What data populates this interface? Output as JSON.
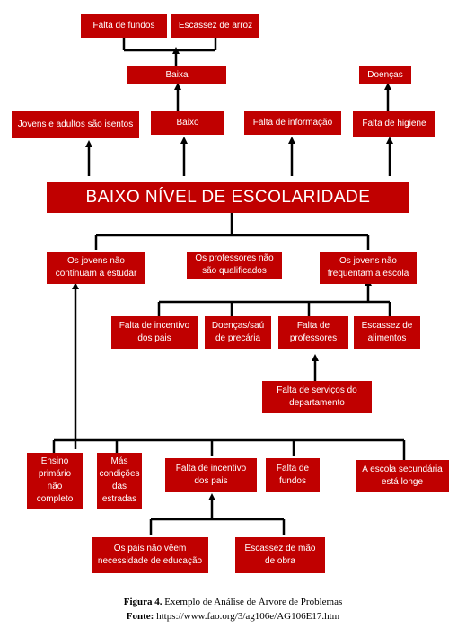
{
  "nodes": {
    "falta_fundos_top": "Falta de fundos",
    "escassez_arroz": "Escassez de arroz",
    "baixa": "Baixa",
    "doencas": "Doenças",
    "jovens_adultos_isentos": "Jovens e adultos são isentos",
    "baixo": "Baixo",
    "falta_informacao": "Falta de informação",
    "falta_higiene": "Falta de higiene",
    "main_problem": "BAIXO NÍVEL DE ESCOLARIDADE",
    "jovens_nao_continuam": "Os jovens não\ncontinuam a estudar",
    "professores_nao_qualificados": "Os professores não\nsão qualificados",
    "jovens_nao_frequentam": "Os jovens não\nfrequentam a escola",
    "falta_incentivo_pais_1": "Falta de incentivo\ndos pais",
    "doencas_saude_precaria": "Doenças/saú\nde precária",
    "falta_professores": "Falta de\nprofessores",
    "escassez_alimentos": "Escassez de\nalimentos",
    "falta_servicos_departamento": "Falta de serviços do\ndepartamento",
    "ensino_primario": "Ensino\nprimário\nnão\ncompleto",
    "mas_condicoes_estradas": "Más\ncondições\ndas\nestradas",
    "falta_incentivo_pais_2": "Falta de incentivo\ndos pais",
    "falta_fundos_bottom": "Falta de\nfundos",
    "escola_secundaria_longe": "A escola secundária\nestá longe",
    "pais_nao_veem": "Os pais não vêem\nnecessidade de educação",
    "escassez_mao_obra": "Escassez de mão\nde obra"
  },
  "caption": {
    "figure_label": "Figura 4.",
    "figure_text": " Exemplo de Análise de Árvore de Problemas",
    "source_label": "Fonte:",
    "source_text": " https://www.fao.org/3/ag106e/AG106E17.htm"
  },
  "colors": {
    "box": "#c00000",
    "text": "#ffffff",
    "line": "#000000"
  }
}
